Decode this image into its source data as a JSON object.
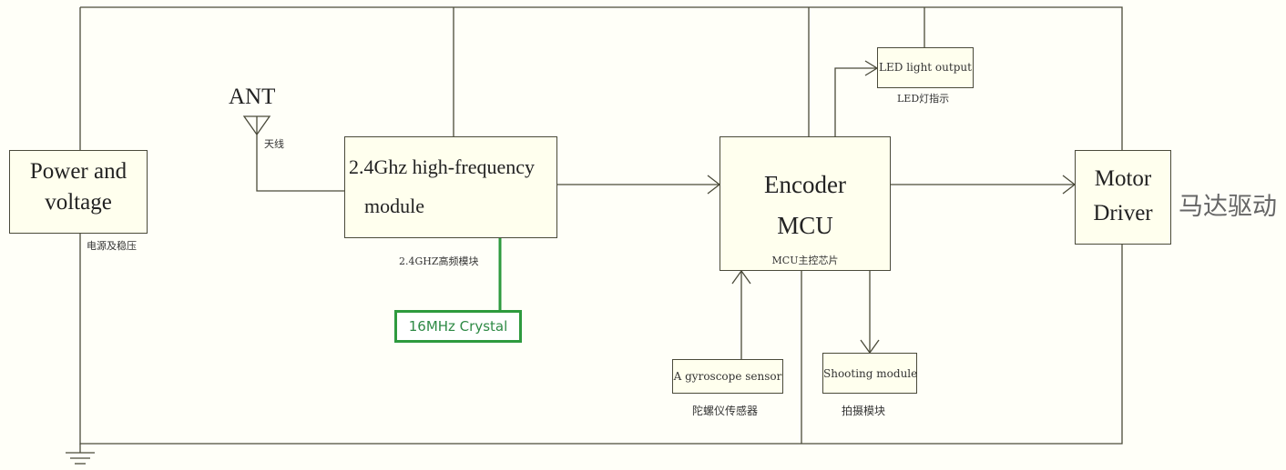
{
  "antenna": {
    "label": "ANT",
    "caption": "天线"
  },
  "power": {
    "line1": "Power and",
    "line2": "voltage",
    "caption": "电源及稳压"
  },
  "rf_module": {
    "line1": "2.4Ghz high-frequency",
    "line2": "module",
    "caption": "2.4GHZ高频模块"
  },
  "crystal": {
    "label": "16MHz Crystal",
    "border_color": "#2e9a3e"
  },
  "mcu": {
    "line1": "Encoder",
    "line2": "MCU",
    "caption": "MCU主控芯片"
  },
  "led": {
    "label": "LED light output",
    "caption": "LED灯指示"
  },
  "motor": {
    "line1": "Motor",
    "line2": "Driver",
    "caption": "马达驱动"
  },
  "gyro": {
    "label": "A gyroscope sensor",
    "caption": "陀螺仪传感器"
  },
  "shooting": {
    "label": "Shooting module",
    "caption": "拍摄模块"
  }
}
